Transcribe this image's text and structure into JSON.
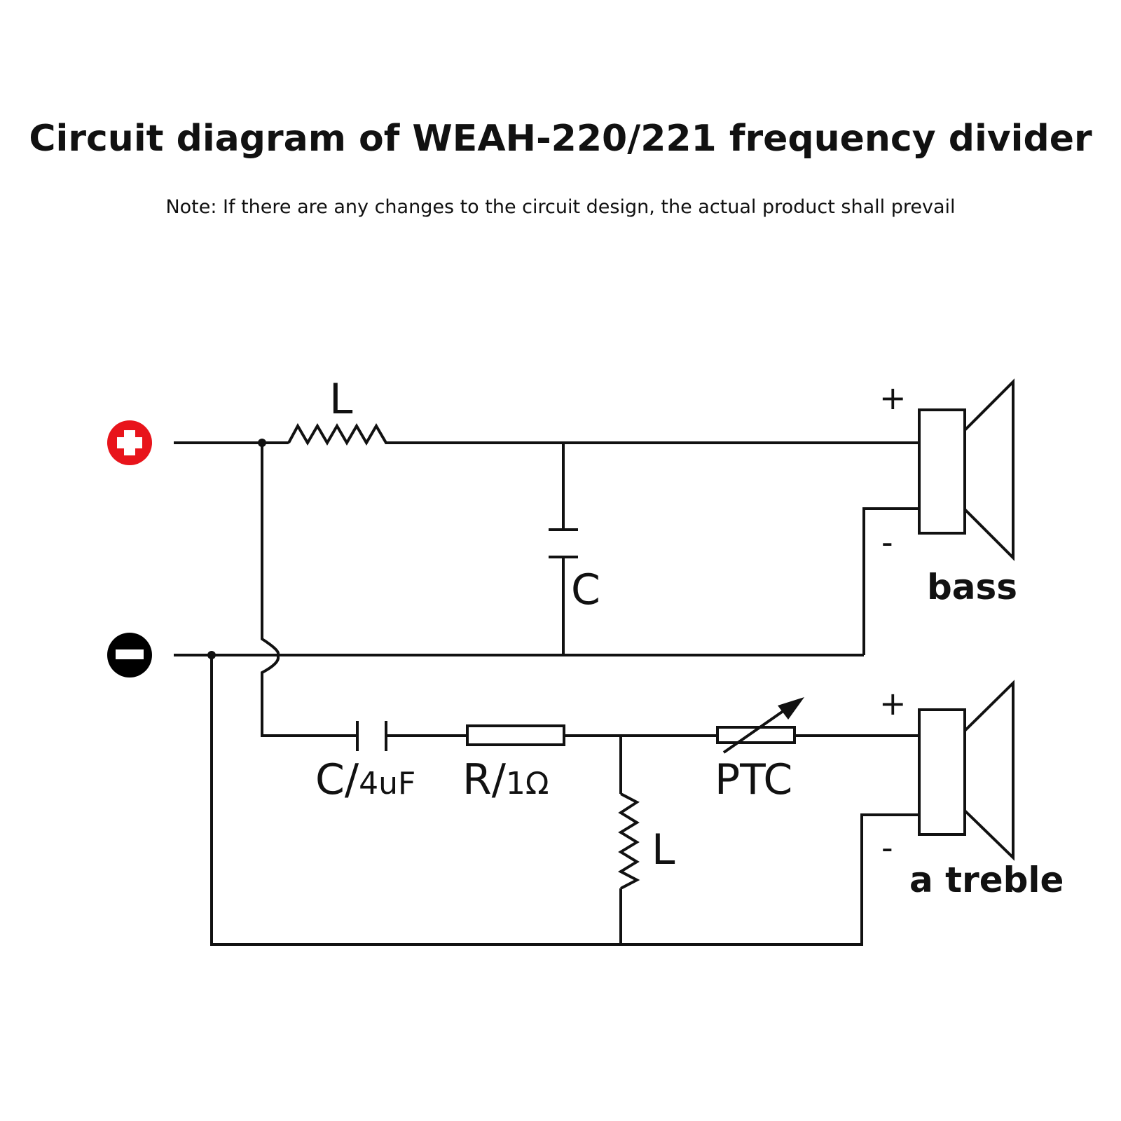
{
  "title": "Circuit diagram of WEAH-220/221 frequency divider",
  "note": "Note: If there are any changes to the circuit design, the actual product shall prevail",
  "terminals": {
    "positive": {
      "icon": "plus-circle-icon",
      "color": "#e8141b"
    },
    "negative": {
      "icon": "minus-circle-icon",
      "color": "#000000"
    }
  },
  "components": {
    "bass_inductor": {
      "label": "L"
    },
    "bass_capacitor": {
      "label": "C"
    },
    "treble_capacitor": {
      "label": "C/",
      "value": "4uF"
    },
    "treble_resistor": {
      "label": "R/",
      "value": "1Ω"
    },
    "treble_inductor": {
      "label": "L"
    },
    "ptc": {
      "label": "PTC"
    }
  },
  "speakers": {
    "bass": {
      "label": "bass",
      "plus": "+",
      "minus": "-"
    },
    "treble": {
      "label": "a treble",
      "plus": "+",
      "minus": "-"
    }
  }
}
